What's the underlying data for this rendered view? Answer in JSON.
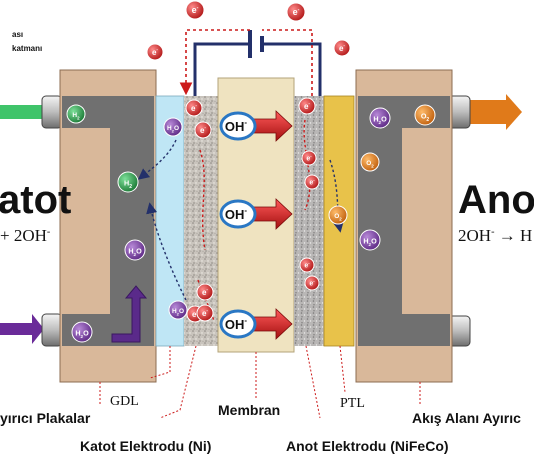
{
  "legend_fragment": {
    "line1": "ası",
    "line2": "katmanı"
  },
  "cathode": {
    "title": "atot",
    "equation_main": "+ 2OH",
    "equation_sup": "-"
  },
  "anode": {
    "title": "Anot",
    "equation_main": "2OH",
    "equation_sup": "-",
    "equation_rest": " → H"
  },
  "species": {
    "electron": "e",
    "electron_sup": "-",
    "hydroxide": "OH",
    "hydroxide_sup": "-",
    "hydrogen": "H",
    "hydrogen_sub": "2",
    "water": "H",
    "water_sub": "2",
    "water_end": "O",
    "oxygen": "O",
    "oxygen_sub": "2"
  },
  "labels": {
    "gdl": "GDL",
    "membrane": "Membran",
    "ptl": "PTL",
    "flow_plate_left": "yırıcı Plakalar",
    "flow_plate_right": "Akış Alanı Ayırıc",
    "cathode_electrode": "Katot Elektrodu (Ni)",
    "anode_electrode": "Anot Elektrodu (NiFeCo)"
  },
  "colors": {
    "plate": "#d9b89a",
    "plate_inner": "#707070",
    "gdl": "#bfe6f5",
    "membrane": "#efe3c0",
    "ptl": "#e8c24a",
    "electron": "#d42a2a",
    "water": "#7a3aa6",
    "oxygen": "#e07a1a",
    "hydrogen": "#2b9a4a",
    "arrow": "#cc1a1a"
  }
}
